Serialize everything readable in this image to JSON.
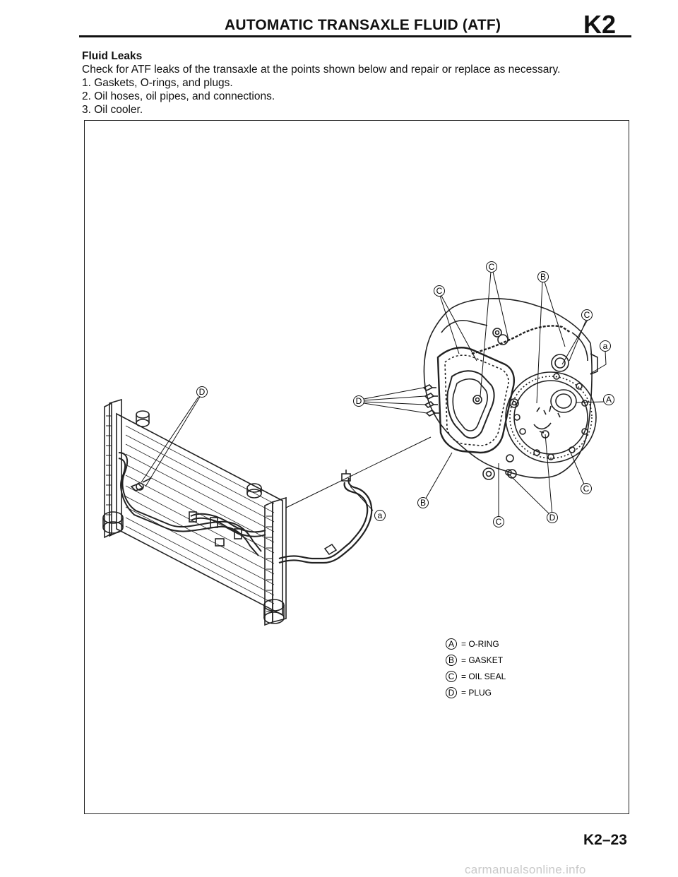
{
  "header": {
    "title": "AUTOMATIC TRANSAXLE FLUID (ATF)",
    "section_code": "K2"
  },
  "content": {
    "heading": "Fluid Leaks",
    "intro": "Check for ATF leaks of the transaxle at the points shown below and repair or replace as necessary.",
    "items": [
      "1. Gaskets, O-rings, and plugs.",
      "2. Oil hoses, oil pipes, and connections.",
      "3. Oil cooler."
    ]
  },
  "figure": {
    "callouts": {
      "c_top_center": "C",
      "c_top_left": "C",
      "b_top": "B",
      "c_right": "C",
      "a_right": "a",
      "A_right": "A",
      "d_left": "D",
      "d_cooler": "D",
      "b_bottom": "B",
      "a_bottom": "a",
      "c_bottom": "C",
      "d_bottom": "D",
      "c_bottom_right": "C"
    },
    "legend": [
      {
        "letter": "A",
        "text": "= O-RING"
      },
      {
        "letter": "B",
        "text": "= GASKET"
      },
      {
        "letter": "C",
        "text": "= OIL SEAL"
      },
      {
        "letter": "D",
        "text": "= PLUG"
      }
    ]
  },
  "footer": {
    "page_number": "K2–23",
    "watermark": "carmanualsonline.info"
  }
}
